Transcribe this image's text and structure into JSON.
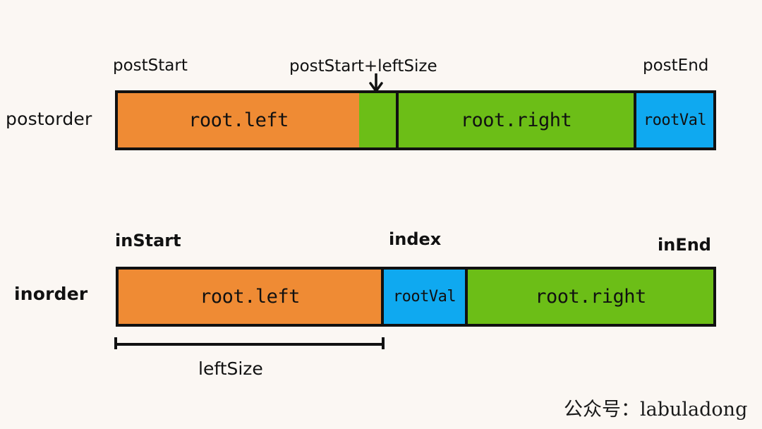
{
  "figure": {
    "title": "postorder and inorder array partition diagram",
    "background_color": "#fbf7f3",
    "stroke_color": "#111111",
    "palette": {
      "orange": "#ef8b34",
      "green": "#6cbe17",
      "blue": "#0fa9f0"
    }
  },
  "postorder_row": {
    "side_label": "postorder",
    "markers": {
      "start": "postStart",
      "middle": "postStart+leftSize",
      "end": "postEnd"
    },
    "segments": [
      {
        "label": "root.left",
        "color": "#ef8b34"
      },
      {
        "label": "",
        "color": "#6cbe17"
      },
      {
        "label": "root.right",
        "color": "#6cbe17"
      },
      {
        "label": "rootVal",
        "color": "#0fa9f0"
      }
    ]
  },
  "inorder_row": {
    "side_label": "inorder",
    "markers": {
      "start": "inStart",
      "middle": "index",
      "end": "inEnd"
    },
    "segments": [
      {
        "label": "root.left",
        "color": "#ef8b34"
      },
      {
        "label": "rootVal",
        "color": "#0fa9f0"
      },
      {
        "label": "root.right",
        "color": "#6cbe17"
      }
    ],
    "bracket_label": "leftSize"
  },
  "watermark": {
    "text": "公众号：labuladong"
  }
}
